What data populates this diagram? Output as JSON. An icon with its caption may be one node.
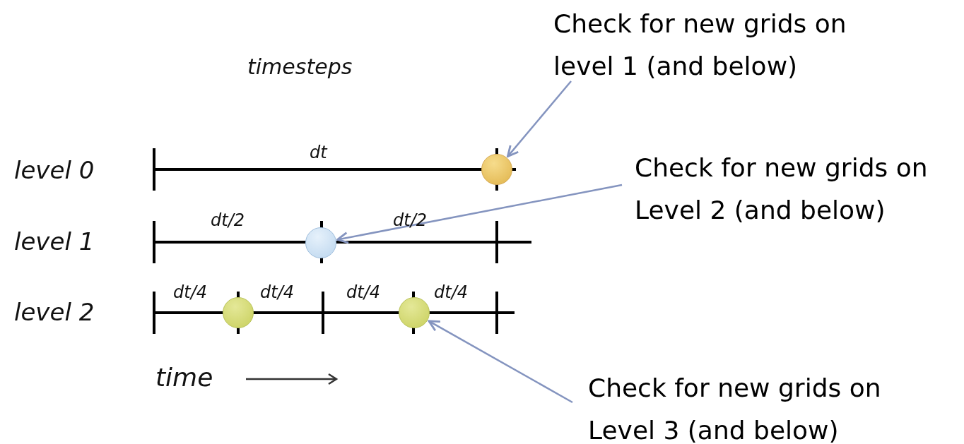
{
  "diagram": {
    "nodes": [
      {
        "text": [
          "Check for new grids on level 1 (and below)"
        ]
      },
      {
        "text": [],
        "shape": "circle"
      },
      {
        "text": [
          "Check for new grids on Level 2 (and below)"
        ]
      },
      {
        "text": [],
        "shape": "circle"
      },
      {
        "text": [],
        "shape": "circle"
      },
      {
        "text": [],
        "shape": "circle"
      },
      {
        "text": [
          "Check for new grids on Level 3 (and below)"
        ]
      }
    ],
    "edges": [
      {
        "from": 0,
        "to": 1,
        "arrow": "to"
      },
      {
        "from": 2,
        "to": 3,
        "arrow": "to"
      },
      {
        "from": 6,
        "to": 5,
        "arrow": "to"
      }
    ],
    "labels": [
      "timesteps",
      "level 0",
      "dt",
      "level 1",
      "dt/2",
      "dt/2",
      "level 2",
      "dt/4",
      "dt/4",
      "dt/4",
      "dt/4",
      "time"
    ]
  }
}
